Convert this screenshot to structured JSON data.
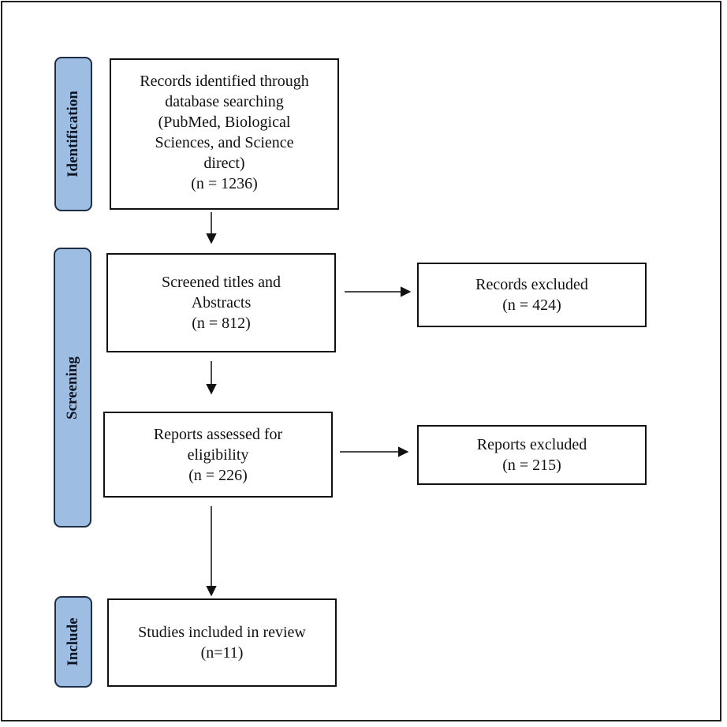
{
  "phases": {
    "identification": "Identification",
    "screening": "Screening",
    "include": "Include"
  },
  "boxes": {
    "identified": [
      "Records identified through",
      "database searching",
      "(PubMed, Biological",
      "Sciences, and Science",
      "direct)",
      "(n = 1236)"
    ],
    "screened": [
      "Screened titles and",
      "Abstracts",
      "(n = 812)"
    ],
    "records_excluded": [
      "Records excluded",
      "(n = 424)"
    ],
    "assessed": [
      "Reports assessed for",
      "eligibility",
      "(n = 226)"
    ],
    "reports_excluded": [
      "Reports excluded",
      "(n = 215)"
    ],
    "included": [
      "Studies included in review",
      "(n=11)"
    ]
  },
  "colors": {
    "phase_fill": "#9dbde2",
    "phase_border": "#1f2e45",
    "line": "#111111"
  }
}
